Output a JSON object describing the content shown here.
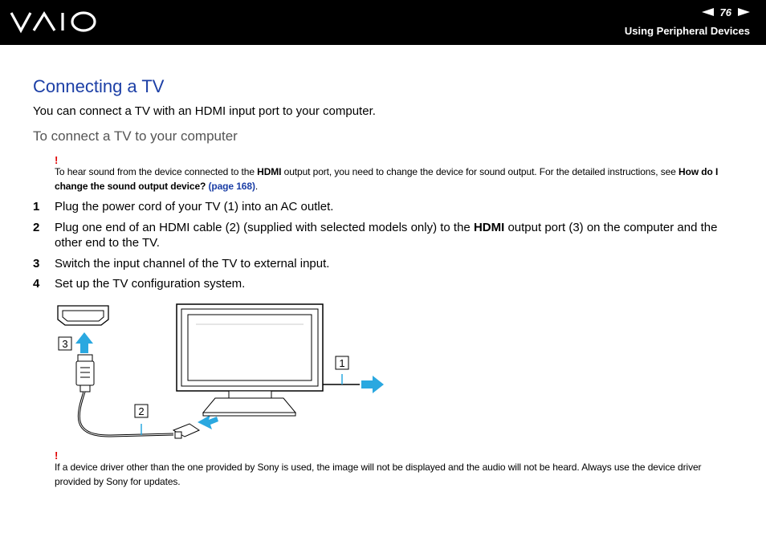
{
  "header": {
    "brand": "VAIO",
    "page_number": "76",
    "section": "Using Peripheral Devices"
  },
  "title": "Connecting a TV",
  "intro": "You can connect a TV with an HDMI input port to your computer.",
  "subtitle": "To connect a TV to your computer",
  "note1": {
    "mark": "!",
    "text_a": "To hear sound from the device connected to the ",
    "bold_a": "HDMI",
    "text_b": " output port, you need to change the device for sound output. For the detailed instructions, see ",
    "bold_b": "How do I change the sound output device?",
    "link": "(page 168)",
    "end": "."
  },
  "steps": [
    {
      "num": "1",
      "text": "Plug the power cord of your TV (1) into an AC outlet."
    },
    {
      "num": "2",
      "text_a": "Plug one end of an HDMI cable (2) (supplied with selected models only) to the ",
      "bold": "HDMI",
      "text_b": " output port (3) on the computer and the other end to the TV."
    },
    {
      "num": "3",
      "text": "Switch the input channel of the TV to external input."
    },
    {
      "num": "4",
      "text": "Set up the TV configuration system."
    }
  ],
  "diagram": {
    "callout_3": "3",
    "callout_1": "1",
    "callout_2": "2"
  },
  "note2": {
    "mark": "!",
    "text": "If a device driver other than the one provided by Sony is used, the image will not be displayed and the audio will not be heard. Always use the device driver provided by Sony for updates."
  },
  "colors": {
    "heading_blue": "#1c3fa6",
    "arrow_blue": "#2aa8e0",
    "warning_red": "#e00000"
  }
}
